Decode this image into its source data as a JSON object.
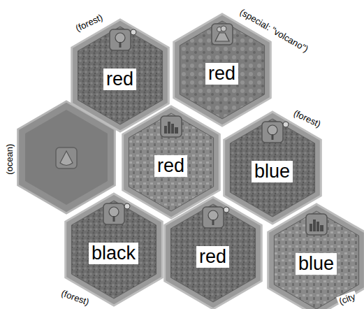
{
  "diagram": {
    "nodes": [
      {
        "text": [
          "red"
        ]
      },
      {
        "text": [
          "red"
        ]
      },
      {
        "text": [
          "red"
        ]
      },
      {
        "text": [
          "blue"
        ]
      },
      {
        "text": [
          "black"
        ]
      },
      {
        "text": [
          "red"
        ]
      },
      {
        "text": [
          "blue"
        ]
      }
    ],
    "labels": [
      "(forest)",
      "(special: \"volcano\")",
      "(ocean)",
      "(forest)",
      "(forest)",
      "(city"
    ]
  }
}
